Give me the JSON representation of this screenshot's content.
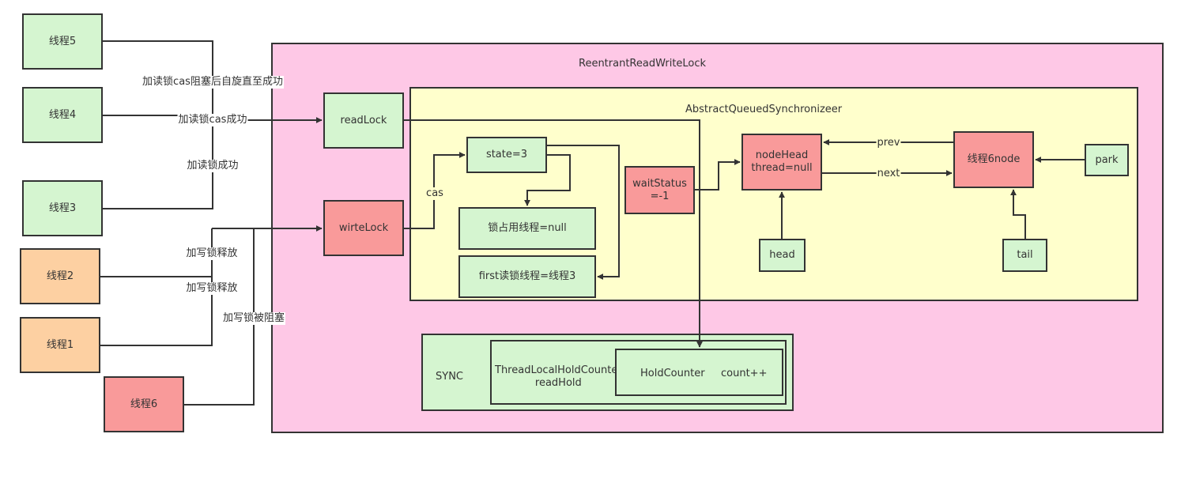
{
  "regions": {
    "outer_title": "ReentrantReadWriteLock",
    "aqs_title": "AbstractQueuedSynchronizeer",
    "sync_label": "SYNC",
    "threadlocal_label": "ThreadLocalHoldCounter\nreadHold"
  },
  "threads": {
    "t5": "线程5",
    "t4": "线程4",
    "t3": "线程3",
    "t2": "线程2",
    "t1": "线程1",
    "t6": "线程6"
  },
  "locks": {
    "read_lock": "readLock",
    "write_lock": "wirteLock"
  },
  "aqs": {
    "state": "state=3",
    "owner_thread": "锁占用线程=null",
    "first_reader": "first读锁线程=线程3",
    "wait_status": "waitStatus\n=-1",
    "node_head": "nodeHead\nthread=null",
    "node6": "线程6node",
    "head": "head",
    "tail": "tail",
    "park": "park"
  },
  "sync": {
    "hold_counter": "HoldCounter",
    "count": "count++"
  },
  "edge_labels": {
    "t5_edge": "加读锁cas阻塞后自旋直至成功",
    "t4_edge": "加读锁cas成功",
    "t3_edge": "加读锁成功",
    "t2_edge": "加写锁释放",
    "t1_edge": "加写锁释放",
    "t6_edge": "加写锁被阻塞",
    "cas": "cas",
    "prev": "prev",
    "next": "next"
  },
  "colors": {
    "outer_fill": "#fec8e6",
    "aqs_fill": "#ffffcc",
    "green_node": "#d5f5d0",
    "orange_node": "#fdd0a2",
    "red_node": "#f99a9a",
    "stroke": "#333333"
  }
}
